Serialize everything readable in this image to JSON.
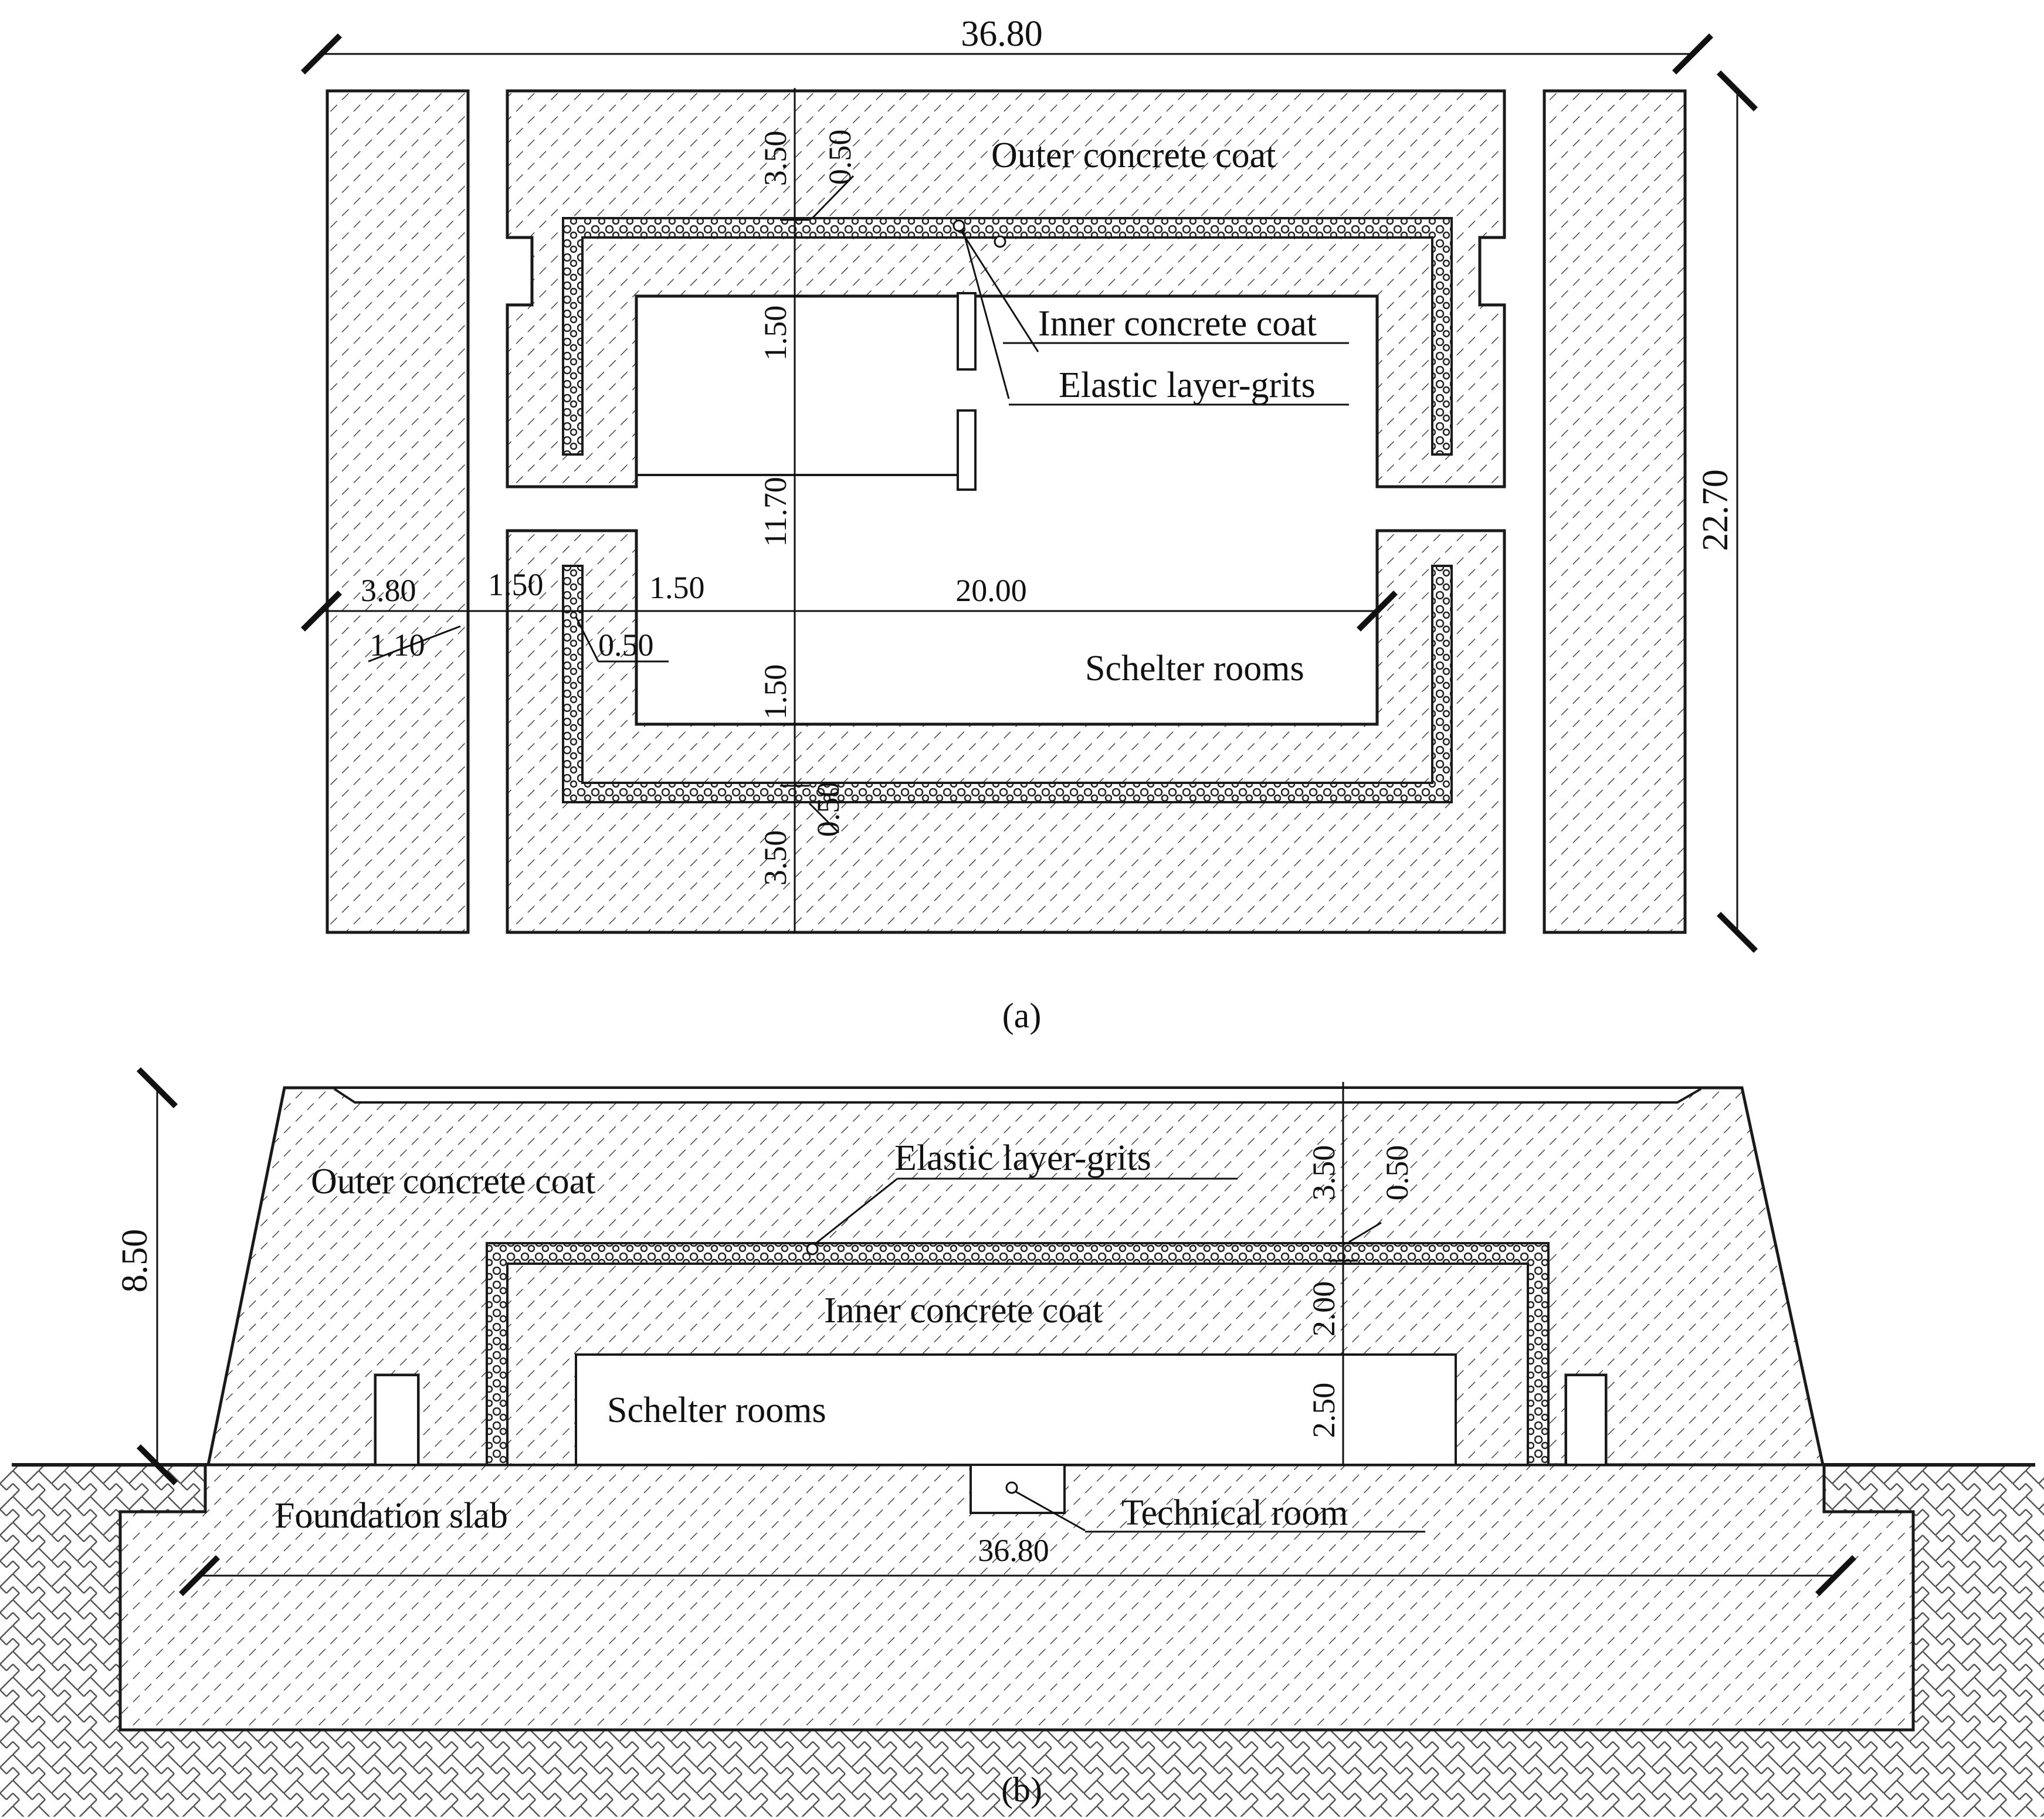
{
  "plan": {
    "labels": {
      "outer_coat": "Outer concrete coat",
      "inner_coat": "Inner concrete coat",
      "elastic_layer": "Elastic layer-grits",
      "shelter_rooms": "Schelter rooms"
    },
    "dimensions": {
      "total_length": "36.80",
      "total_width": "22.70",
      "outer_top": "3.50",
      "layer_top": "0.50",
      "inner_top": "1.50",
      "room_width": "11.70",
      "inner_bottom": "1.50",
      "layer_bottom": "0.50",
      "outer_bottom": "3.50",
      "side_wall": "3.80",
      "gap": "1.10",
      "outer_side": "1.50",
      "layer_side": "0.50",
      "inner_side": "1.50",
      "room_length": "20.00"
    },
    "caption": "(a)"
  },
  "section": {
    "labels": {
      "outer_coat": "Outer concrete coat",
      "elastic_layer": "Elastic layer-grits",
      "inner_coat": "Inner concrete coat",
      "shelter_rooms": "Schelter rooms",
      "foundation": "Foundation slab",
      "technical_room": "Technical room"
    },
    "dimensions": {
      "height": "8.50",
      "outer_top": "3.50",
      "layer_top": "0.50",
      "inner_top": "2.00",
      "room_height": "2.50",
      "foundation_length": "36.80"
    },
    "caption": "(b)"
  },
  "colors": {
    "stroke": "#1a1a1a",
    "fill_concrete": "#ffffff",
    "hatch": "#3a3a3a"
  }
}
